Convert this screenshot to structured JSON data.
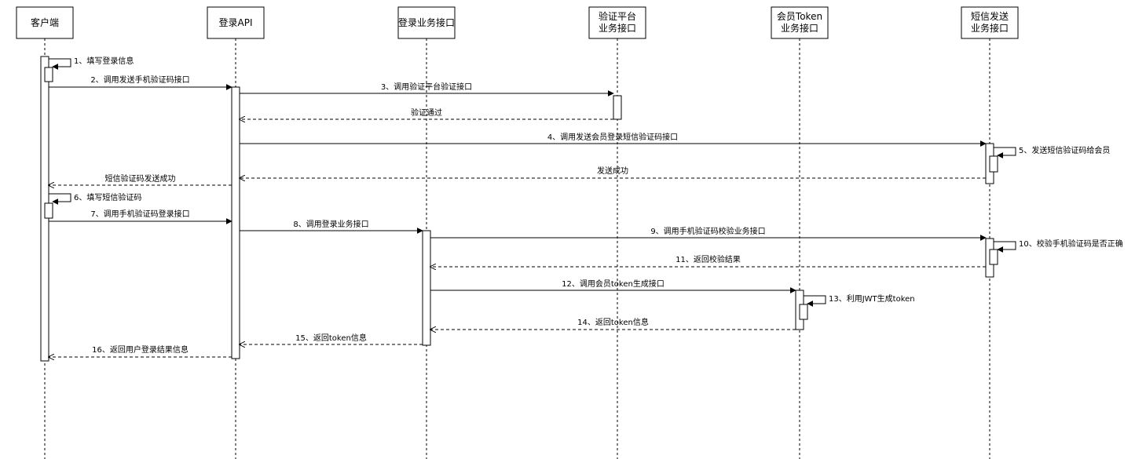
{
  "participants": [
    {
      "id": "client",
      "lines": [
        "客户端"
      ]
    },
    {
      "id": "login_api",
      "lines": [
        "登录API"
      ]
    },
    {
      "id": "login_service",
      "lines": [
        "登录业务接口"
      ]
    },
    {
      "id": "verify_platform",
      "lines": [
        "验证平台",
        "业务接口"
      ]
    },
    {
      "id": "member_token",
      "lines": [
        "会员Token",
        "业务接口"
      ]
    },
    {
      "id": "sms_service",
      "lines": [
        "短信发送",
        "业务接口"
      ]
    }
  ],
  "messages": [
    {
      "from": "client",
      "to": "client",
      "label": "1、填写登录信息",
      "dashed": false
    },
    {
      "from": "client",
      "to": "login_api",
      "label": "2、调用发送手机验证码接口",
      "dashed": false
    },
    {
      "from": "login_api",
      "to": "verify_platform",
      "label": "3、调用验证平台验证接口",
      "dashed": false
    },
    {
      "from": "verify_platform",
      "to": "login_api",
      "label": "验证通过",
      "dashed": true
    },
    {
      "from": "login_api",
      "to": "sms_service",
      "label": "4、调用发送会员登录短信验证码接口",
      "dashed": false
    },
    {
      "from": "sms_service",
      "to": "sms_service",
      "label": "5、发送短信验证码给会员",
      "dashed": false
    },
    {
      "from": "sms_service",
      "to": "login_api",
      "label": "发送成功",
      "dashed": true
    },
    {
      "from": "login_api",
      "to": "client",
      "label": "短信验证码发送成功",
      "dashed": true
    },
    {
      "from": "client",
      "to": "client",
      "label": "6、填写短信验证码",
      "dashed": false
    },
    {
      "from": "client",
      "to": "login_api",
      "label": "7、调用手机验证码登录接口",
      "dashed": false
    },
    {
      "from": "login_api",
      "to": "login_service",
      "label": "8、调用登录业务接口",
      "dashed": false
    },
    {
      "from": "login_service",
      "to": "sms_service",
      "label": "9、调用手机验证码校验业务接口",
      "dashed": false
    },
    {
      "from": "sms_service",
      "to": "sms_service",
      "label": "10、校验手机验证码是否正确",
      "dashed": false
    },
    {
      "from": "sms_service",
      "to": "login_service",
      "label": "11、返回校验结果",
      "dashed": true
    },
    {
      "from": "login_service",
      "to": "member_token",
      "label": "12、调用会员token生成接口",
      "dashed": false
    },
    {
      "from": "member_token",
      "to": "member_token",
      "label": "13、利用JWT生成token",
      "dashed": false
    },
    {
      "from": "member_token",
      "to": "login_service",
      "label": "14、返回token信息",
      "dashed": true
    },
    {
      "from": "login_service",
      "to": "login_api",
      "label": "15、返回token信息",
      "dashed": true
    },
    {
      "from": "login_api",
      "to": "client",
      "label": "16、返回用户登录结果信息",
      "dashed": true
    }
  ]
}
